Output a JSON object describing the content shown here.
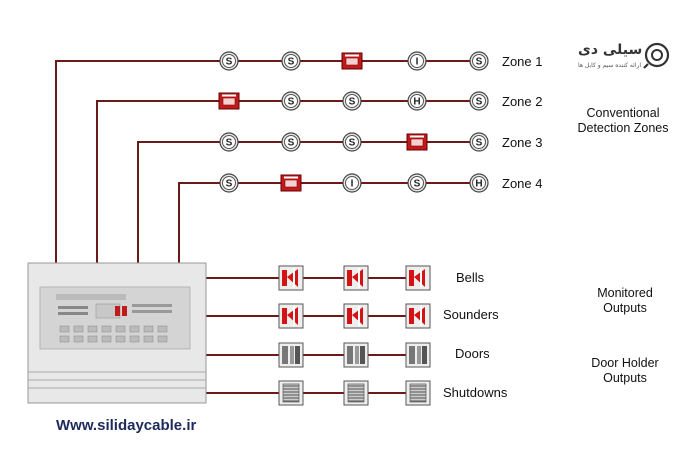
{
  "zones": [
    {
      "label": "Zone 1",
      "devices": [
        "S",
        "S",
        "MCP",
        "I",
        "S"
      ]
    },
    {
      "label": "Zone 2",
      "devices": [
        "MCP",
        "S",
        "S",
        "H",
        "S"
      ]
    },
    {
      "label": "Zone 3",
      "devices": [
        "S",
        "S",
        "S",
        "MCP",
        "S"
      ]
    },
    {
      "label": "Zone 4",
      "devices": [
        "S",
        "MCP",
        "I",
        "S",
        "H"
      ]
    }
  ],
  "outputs": [
    {
      "label": "Bells",
      "device": "bell"
    },
    {
      "label": "Sounders",
      "device": "sounder"
    },
    {
      "label": "Doors",
      "device": "door"
    },
    {
      "label": "Shutdowns",
      "device": "shutdown"
    }
  ],
  "side_labels": {
    "conventional": "Conventional\nDetection Zones",
    "monitored": "Monitored\nOutputs",
    "door_holder": "Door Holder\nOutputs"
  },
  "website": "Www.silidaycable.ir",
  "logo": {
    "text": "سیلی دی",
    "subtext": "ارائه کننده سیم و کابل ها"
  },
  "colors": {
    "wire": "#6b1a1a",
    "mcp": "#c01a1a",
    "panel": "#e6e6e6"
  }
}
